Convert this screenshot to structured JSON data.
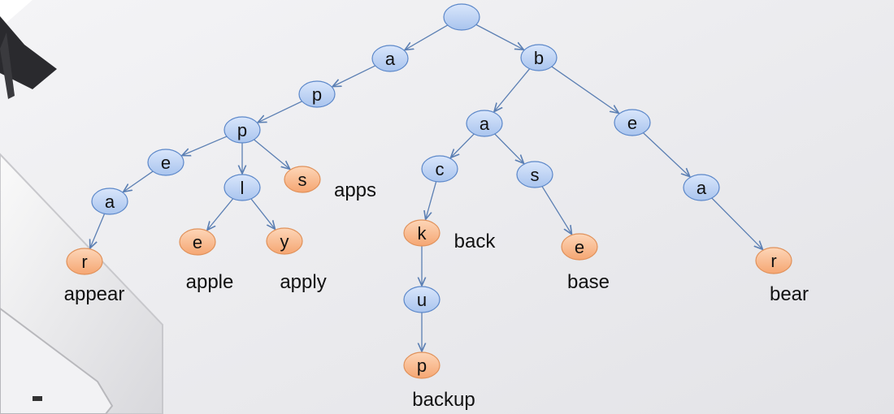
{
  "colors": {
    "inner_node_fill": "#bcd3f5",
    "inner_node_stroke": "#5b87c9",
    "leaf_node_fill": "#f9b98c",
    "leaf_node_stroke": "#e0915a",
    "edge": "#5b7fb3"
  },
  "trie": {
    "nodes": [
      {
        "id": "root",
        "letter": "",
        "kind": "inner"
      },
      {
        "id": "a1",
        "letter": "a",
        "kind": "inner"
      },
      {
        "id": "p1",
        "letter": "p",
        "kind": "inner"
      },
      {
        "id": "p2",
        "letter": "p",
        "kind": "inner"
      },
      {
        "id": "e1",
        "letter": "e",
        "kind": "inner"
      },
      {
        "id": "a2",
        "letter": "a",
        "kind": "inner"
      },
      {
        "id": "r1",
        "letter": "r",
        "kind": "leaf",
        "word": "appear"
      },
      {
        "id": "l1",
        "letter": "l",
        "kind": "inner"
      },
      {
        "id": "e2",
        "letter": "e",
        "kind": "leaf",
        "word": "apple"
      },
      {
        "id": "y1",
        "letter": "y",
        "kind": "leaf",
        "word": "apply"
      },
      {
        "id": "s1",
        "letter": "s",
        "kind": "leaf",
        "word": "apps"
      },
      {
        "id": "b1",
        "letter": "b",
        "kind": "inner"
      },
      {
        "id": "a3",
        "letter": "a",
        "kind": "inner"
      },
      {
        "id": "c1",
        "letter": "c",
        "kind": "inner"
      },
      {
        "id": "k1",
        "letter": "k",
        "kind": "leaf",
        "word": "back"
      },
      {
        "id": "u1",
        "letter": "u",
        "kind": "inner"
      },
      {
        "id": "p3",
        "letter": "p",
        "kind": "leaf",
        "word": "backup"
      },
      {
        "id": "s2",
        "letter": "s",
        "kind": "inner"
      },
      {
        "id": "e3",
        "letter": "e",
        "kind": "leaf",
        "word": "base"
      },
      {
        "id": "e4",
        "letter": "e",
        "kind": "inner"
      },
      {
        "id": "a4",
        "letter": "a",
        "kind": "inner"
      },
      {
        "id": "r2",
        "letter": "r",
        "kind": "leaf",
        "word": "bear"
      }
    ],
    "edges": [
      [
        "root",
        "a1"
      ],
      [
        "root",
        "b1"
      ],
      [
        "a1",
        "p1"
      ],
      [
        "p1",
        "p2"
      ],
      [
        "p2",
        "e1"
      ],
      [
        "p2",
        "l1"
      ],
      [
        "p2",
        "s1"
      ],
      [
        "e1",
        "a2"
      ],
      [
        "a2",
        "r1"
      ],
      [
        "l1",
        "e2"
      ],
      [
        "l1",
        "y1"
      ],
      [
        "b1",
        "a3"
      ],
      [
        "b1",
        "e4"
      ],
      [
        "a3",
        "c1"
      ],
      [
        "a3",
        "s2"
      ],
      [
        "c1",
        "k1"
      ],
      [
        "k1",
        "u1"
      ],
      [
        "u1",
        "p3"
      ],
      [
        "s2",
        "e3"
      ],
      [
        "e4",
        "a4"
      ],
      [
        "a4",
        "r2"
      ]
    ]
  }
}
